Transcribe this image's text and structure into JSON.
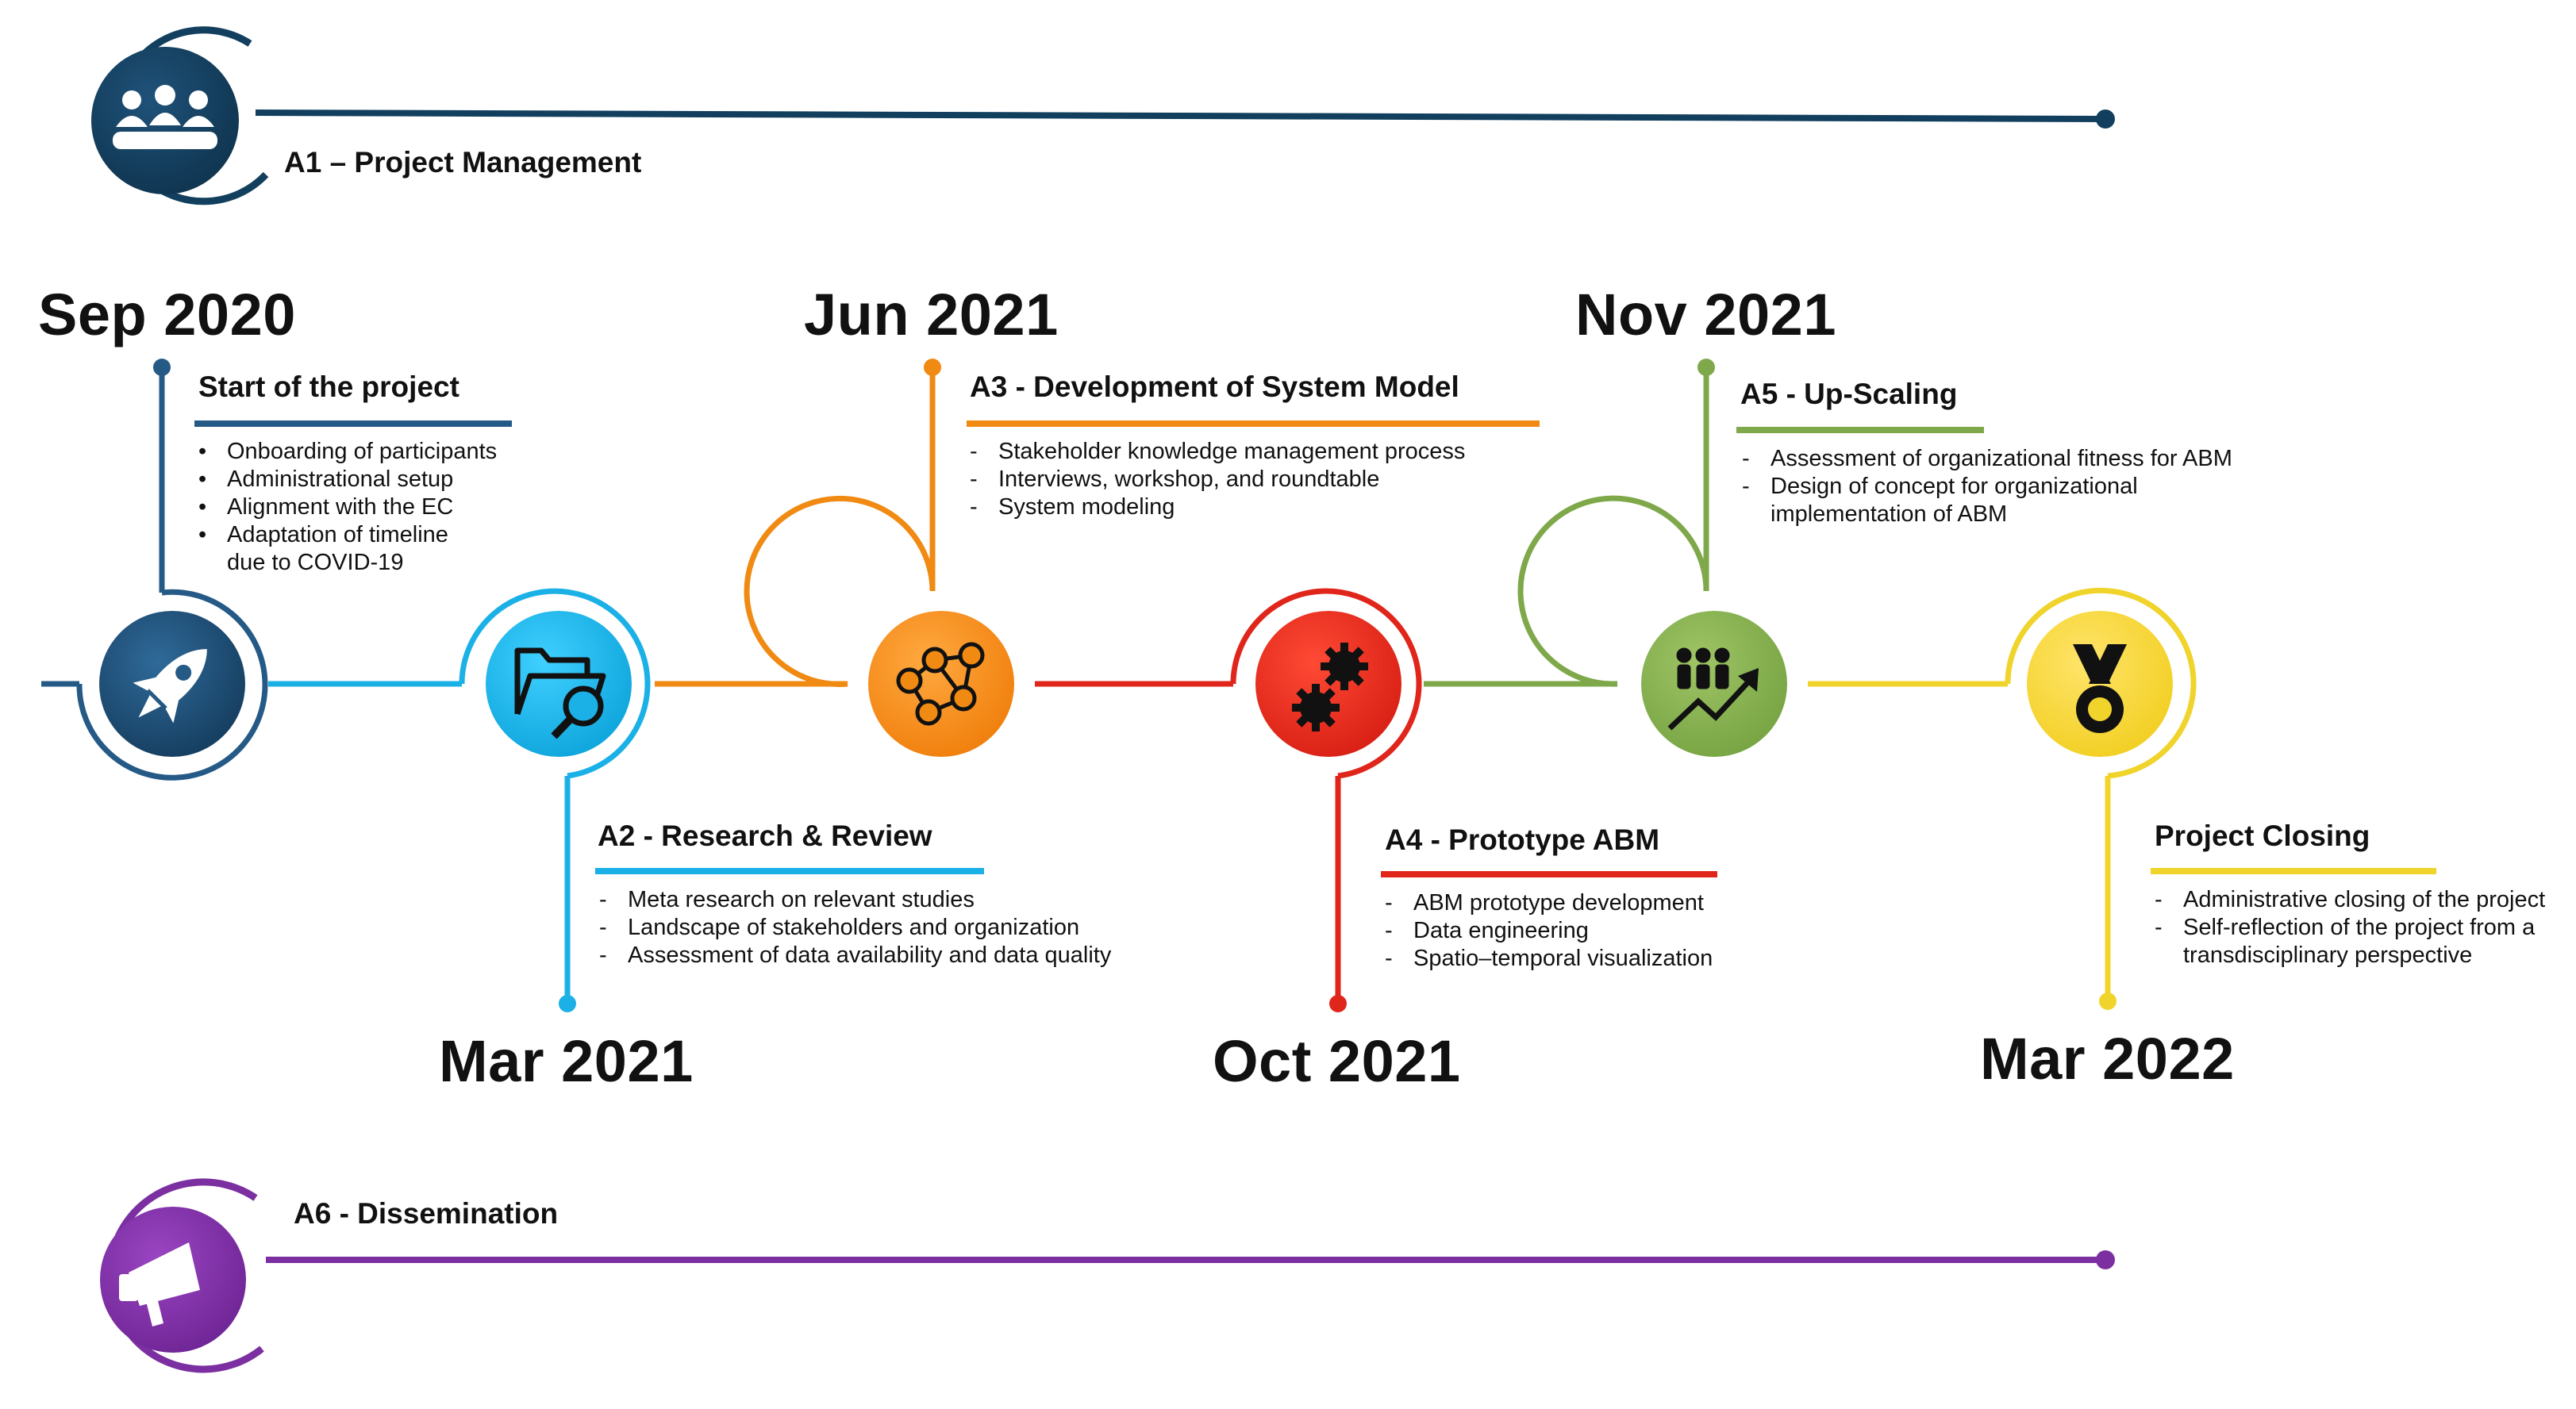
{
  "tracks": {
    "a1": {
      "title": "A1 – Project Management",
      "color": "#123f5e",
      "icon": "people-group-icon"
    },
    "a6": {
      "title": "A6 - Dissemination",
      "color": "#7b2fa0",
      "icon": "megaphone-icon"
    }
  },
  "milestones": [
    {
      "date": "Sep 2020",
      "heading": "Start of the project",
      "color": "#255a86",
      "icon": "rocket-icon",
      "marker": "•",
      "items": [
        [
          "Onboarding of participants"
        ],
        [
          "Administrational setup"
        ],
        [
          "Alignment with the EC"
        ],
        [
          "Adaptation of timeline",
          "due to COVID-19"
        ]
      ]
    },
    {
      "date": "Mar 2021",
      "heading": "A2 - Research & Review",
      "color": "#1cb1e6",
      "icon": "folder-search-icon",
      "marker": "-",
      "items": [
        [
          "Meta research on relevant studies"
        ],
        [
          "Landscape of stakeholders and organization"
        ],
        [
          "Assessment of data availability and data quality"
        ]
      ]
    },
    {
      "date": "Jun 2021",
      "heading": "A3 - Development of System Model",
      "color": "#f08a12",
      "icon": "network-icon",
      "marker": "-",
      "items": [
        [
          "Stakeholder knowledge management process"
        ],
        [
          "Interviews, workshop, and roundtable"
        ],
        [
          "System modeling"
        ]
      ]
    },
    {
      "date": "Oct 2021",
      "heading": "A4 - Prototype ABM",
      "color": "#e0261b",
      "icon": "gears-icon",
      "marker": "-",
      "items": [
        [
          "ABM prototype development"
        ],
        [
          "Data engineering"
        ],
        [
          "Spatio–temporal visualization"
        ]
      ]
    },
    {
      "date": "Nov 2021",
      "heading": "A5 - Up-Scaling",
      "color": "#7ea84a",
      "icon": "growth-people-icon",
      "marker": "-",
      "items": [
        [
          "Assessment of organizational fitness for ABM"
        ],
        [
          "Design of concept for organizational",
          "implementation of ABM"
        ]
      ]
    },
    {
      "date": "Mar 2022",
      "heading": "Project Closing",
      "color": "#f0d42c",
      "icon": "medal-icon",
      "marker": "-",
      "items": [
        [
          "Administrative closing of the project"
        ],
        [
          "Self-reflection of the project from a",
          "transdisciplinary perspective"
        ]
      ]
    }
  ]
}
